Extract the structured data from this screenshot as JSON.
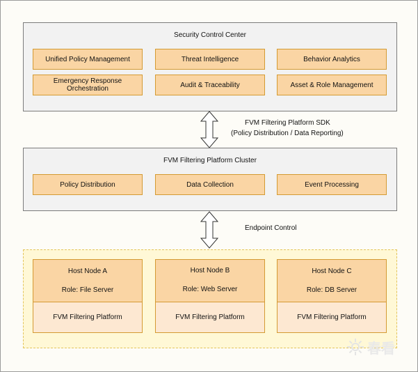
{
  "security_center": {
    "title": "Security Control Center",
    "modules": [
      "Unified Policy Management",
      "Threat Intelligence",
      "Behavior Analytics",
      "Emergency Response\nOrchestration",
      "Audit & Traceability",
      "Asset & Role Management"
    ]
  },
  "sdk_connector": {
    "line1": "FVM Filtering Platform SDK",
    "line2": "(Policy Distribution / Data Reporting)"
  },
  "cluster": {
    "title": "FVM Filtering Platform Cluster",
    "modules": [
      "Policy Distribution",
      "Data Collection",
      "Event Processing"
    ]
  },
  "endpoint_connector": {
    "label": "Endpoint Control"
  },
  "hosts": [
    {
      "name": "Host Node A",
      "role": "Role: File Server",
      "platform": "FVM Filtering Platform"
    },
    {
      "name": "Host Node B",
      "role": "Role: Web Server",
      "platform": "FVM Filtering Platform"
    },
    {
      "name": "Host Node C",
      "role": "Role: DB Server",
      "platform": "FVM Filtering Platform"
    }
  ],
  "watermark": {
    "text": "春看"
  }
}
